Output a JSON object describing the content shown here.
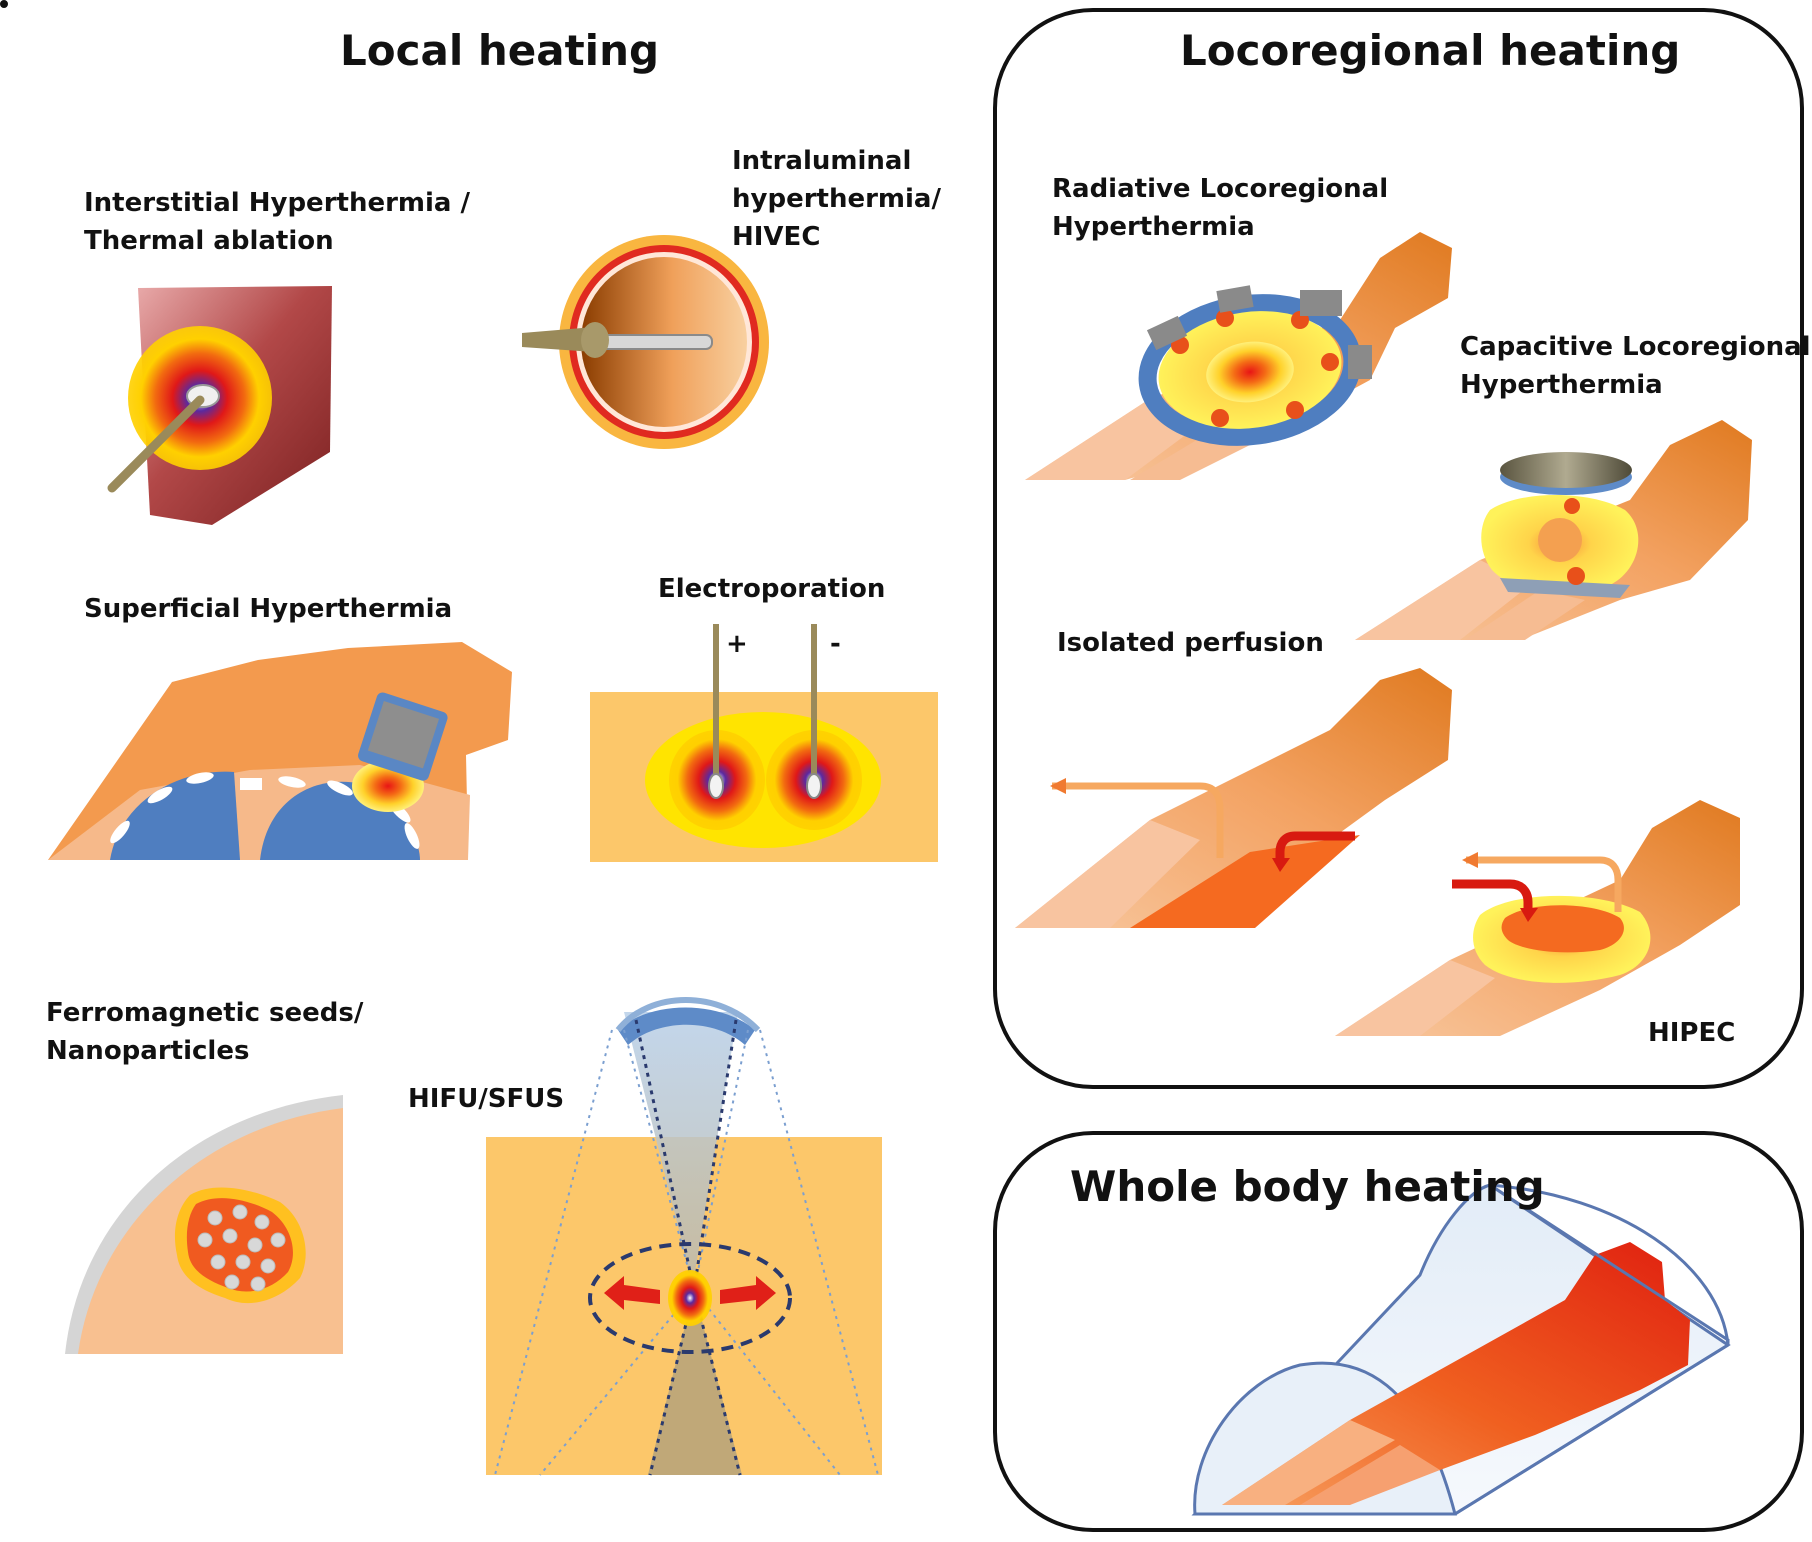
{
  "panels": {
    "local": {
      "title": "Local heating"
    },
    "locoregional": {
      "title": "Locoregional heating"
    },
    "whole_body": {
      "title": "Whole body heating"
    }
  },
  "labels": {
    "interstitial": "Interstitial Hyperthermia /\nThermal ablation",
    "intraluminal": "Intraluminal\nhyperthermia/\nHIVEC",
    "superficial": "Superficial Hyperthermia",
    "electroporation": "Electroporation",
    "electrode_plus": "+",
    "electrode_minus": "-",
    "ferromagnetic": "Ferromagnetic seeds/\nNanoparticles",
    "hifu": "HIFU/SFUS",
    "radiative": "Radiative Locoregional\nHyperthermia",
    "capacitive": "Capacitive Locoregional\nHyperthermia",
    "isolated_perfusion": "Isolated perfusion",
    "hipec": "HIPEC"
  },
  "colors": {
    "skin": "#f0a060",
    "tissue": "#fbc767",
    "hot_red": "#e0201a",
    "hot_yellow": "#ffe000",
    "applicator_blue": "#4f7ec0",
    "liver": "#9b3535"
  }
}
